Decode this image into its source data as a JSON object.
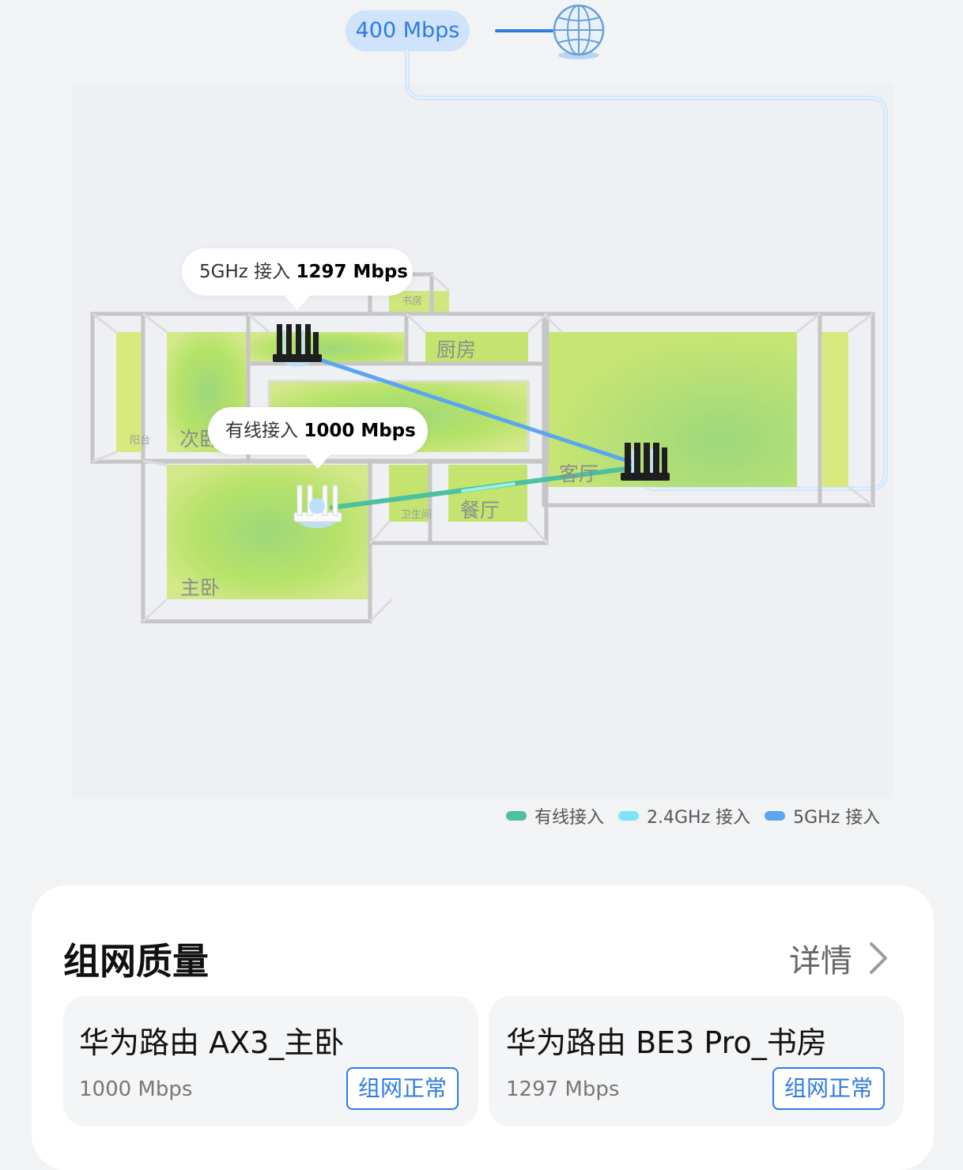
{
  "internet": {
    "speed": "400 Mbps",
    "icon": "globe-icon"
  },
  "rooms": {
    "study": "书房",
    "kitchen": "厨房",
    "second_bedroom": "次卧",
    "balcony": "阳台",
    "living_room": "客厅",
    "dining_room": "餐厅",
    "bathroom": "卫生间",
    "master_bedroom": "主卧"
  },
  "tooltips": {
    "router_study": {
      "label": "5GHz 接入",
      "speed": "1297 Mbps"
    },
    "router_master": {
      "label": "有线接入",
      "speed": "1000 Mbps"
    }
  },
  "legend": [
    {
      "label": "有线接入",
      "color": "#4cc0a0"
    },
    {
      "label": "2.4GHz 接入",
      "color": "#7fe3f7"
    },
    {
      "label": "5GHz 接入",
      "color": "#5aa6f0"
    }
  ],
  "network_quality": {
    "title": "组网质量",
    "details_label": "详情",
    "nodes": [
      {
        "name": "华为路由 AX3_主卧",
        "speed": "1000 Mbps",
        "status": "组网正常"
      },
      {
        "name": "华为路由 BE3 Pro_书房",
        "speed": "1297 Mbps",
        "status": "组网正常"
      }
    ]
  },
  "colors": {
    "accent": "#2f7be3",
    "coverage_green": "#b9e35a",
    "wall": "#c8c8c8"
  }
}
